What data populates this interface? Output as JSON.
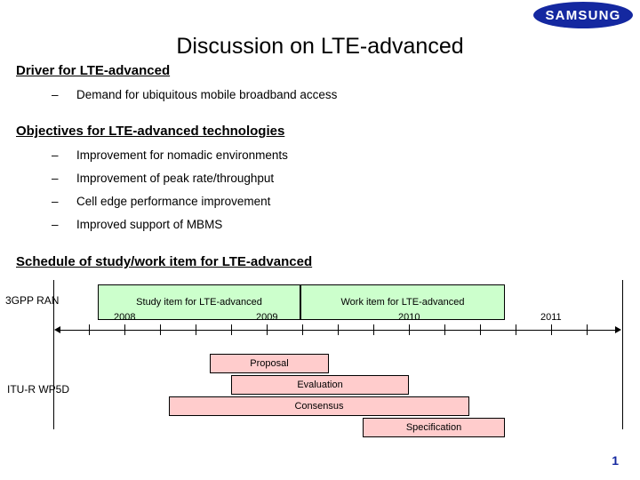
{
  "logo": {
    "brand": "SAMSUNG"
  },
  "slide": {
    "title": "Discussion on LTE-advanced",
    "page_number": "1"
  },
  "sections": [
    {
      "heading": "Driver for LTE-advanced",
      "bullets": [
        "Demand for ubiquitous mobile broadband access"
      ]
    },
    {
      "heading": "Objectives for LTE-advanced technologies",
      "bullets": [
        "Improvement for nomadic environments",
        "Improvement of peak rate/throughput",
        "Cell edge performance improvement",
        "Improved support of MBMS"
      ]
    }
  ],
  "schedule": {
    "heading": "Schedule of study/work item for LTE-advanced",
    "row_labels": [
      "3GPP RAN",
      "ITU-R WP5D"
    ],
    "bullet_dash": "–",
    "green_boxes": [
      {
        "label": "Study item for LTE-advanced"
      },
      {
        "label": "Work item for LTE-advanced"
      }
    ],
    "years": [
      "2008",
      "2009",
      "2010",
      "2011"
    ],
    "pink_boxes": [
      {
        "label": "Proposal"
      },
      {
        "label": "Evaluation"
      },
      {
        "label": "Consensus"
      },
      {
        "label": "Specification"
      }
    ],
    "colors": {
      "green": "#ccffcc",
      "pink": "#ffcccc",
      "line": "#000000"
    }
  }
}
